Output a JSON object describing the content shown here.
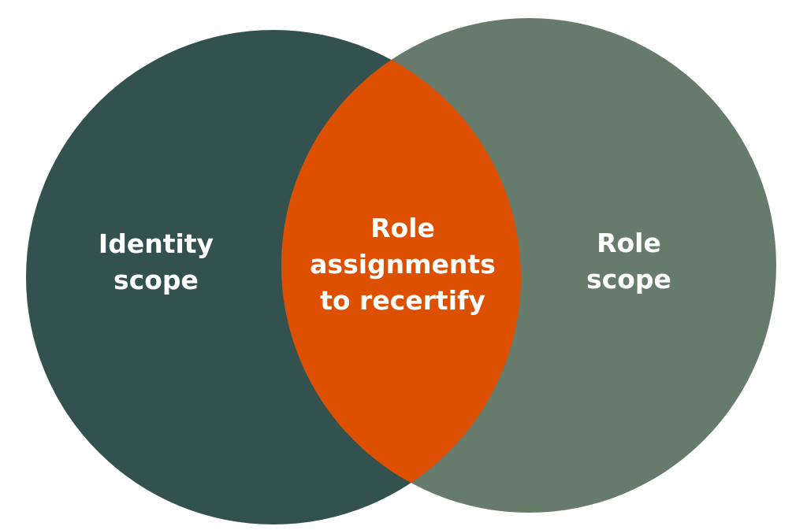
{
  "diagram": {
    "type": "venn",
    "colors": {
      "left_circle": "#33524f",
      "right_circle": "#677b6c",
      "overlap": "#dd4f01",
      "label_text": "#ffffff",
      "background": "#ffffff"
    },
    "left_circle": {
      "label_lines": [
        "Identity",
        "scope"
      ]
    },
    "right_circle": {
      "label_lines": [
        "Role",
        "scope"
      ]
    },
    "overlap": {
      "label_lines": [
        "Role",
        "assignments",
        "to recertify"
      ]
    }
  }
}
